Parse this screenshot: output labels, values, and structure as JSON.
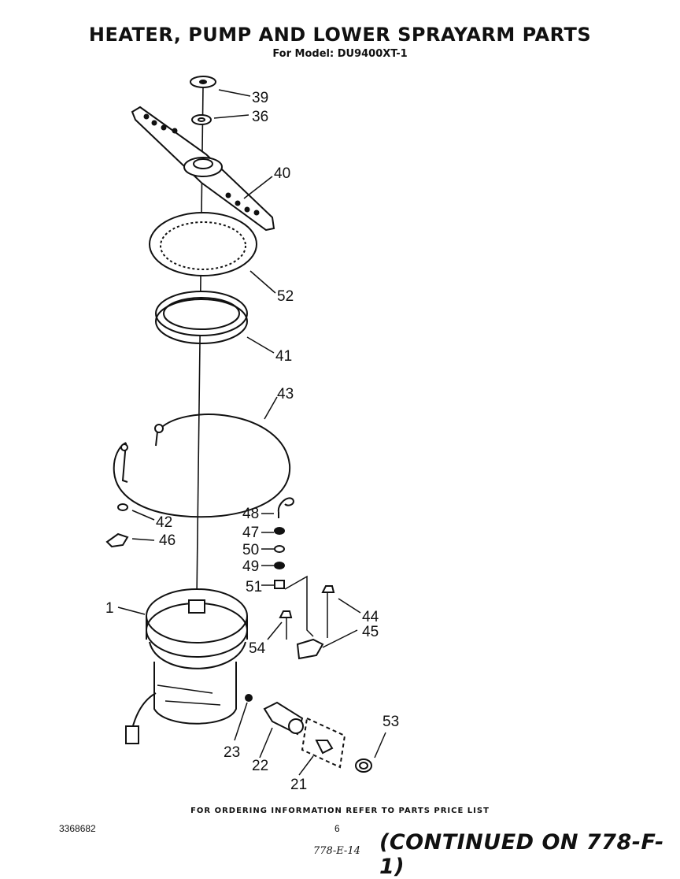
{
  "header": {
    "title": "HEATER, PUMP AND LOWER SPRAYARM PARTS",
    "subtitle": "For Model: DU9400XT-1"
  },
  "callouts": [
    "39",
    "36",
    "40",
    "52",
    "41",
    "43",
    "42",
    "46",
    "48",
    "47",
    "50",
    "49",
    "51",
    "1",
    "44",
    "45",
    "54",
    "23",
    "22",
    "21",
    "53"
  ],
  "footer": {
    "ordering_note": "FOR ORDERING INFORMATION REFER TO PARTS PRICE LIST",
    "doc_number": "3368682",
    "page_number": "6",
    "handwritten_ref": "778-E-14",
    "continued": "(CONTINUED ON 778-F-1)"
  }
}
